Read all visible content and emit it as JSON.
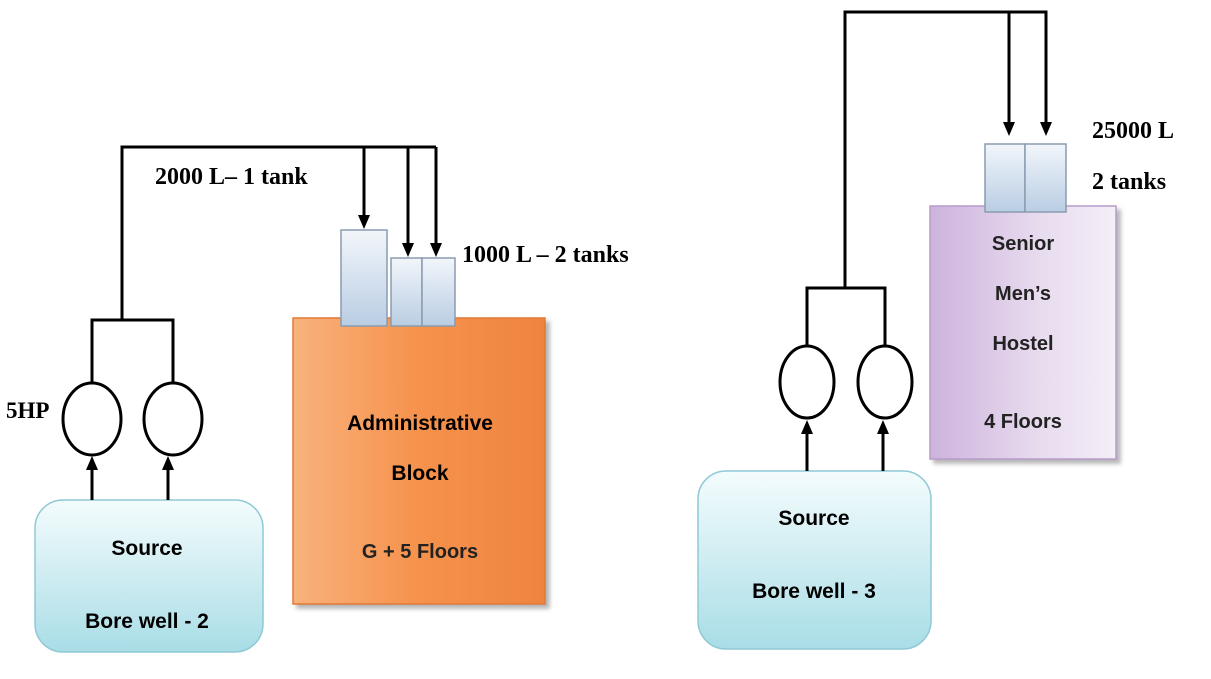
{
  "left_system": {
    "pump_label": "5HP",
    "small_tank_label": "2000 L– 1 tank",
    "large_tanks_label": "1000 L – 2 tanks",
    "source": {
      "line1": "Source",
      "line2": "Bore well - 2"
    },
    "building": {
      "line1": "Administrative",
      "line2": "Block",
      "line3": "G + 5 Floors"
    }
  },
  "right_system": {
    "tank_capacity_label": "25000 L",
    "tank_count_label": "2 tanks",
    "source": {
      "line1": "Source",
      "line2": "Bore well - 3"
    },
    "building": {
      "line1": "Senior",
      "line2": "Men’s",
      "line3": "Hostel",
      "line4": "4 Floors"
    }
  },
  "colors": {
    "source_fill": "#e2f5f8",
    "source_border": "#8fc9d6",
    "admin_fill": "#f59a5c",
    "hostel_fill": "#dcc8e6",
    "tank_fill": "#dbe5f1"
  }
}
